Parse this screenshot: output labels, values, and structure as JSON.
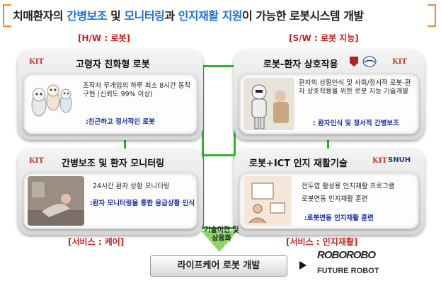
{
  "title": {
    "part1": "치매환자의 ",
    "highlight1": "간병보조",
    "part2": " 및 ",
    "highlight2": "모니터링",
    "part3": "과 ",
    "highlight3": "인지재활 지원",
    "part4": "이 가능한 로봇시스템 개발"
  },
  "labels": {
    "hw": "[H/W : 로봇]",
    "sw": "[S/W : 로봇 지능]",
    "care": "[서비스 : 케어]",
    "rehab": "[서비스 : 인지재활]"
  },
  "panels": {
    "tl": {
      "logo": "KIT",
      "head": "고령자 친화형 로봇",
      "desc": "조작자 무개입의 하루 최소 8시간 동작 구현 (신뢰도 99% 이상)",
      "tag": ":친근하고 정서적인 로봇"
    },
    "tr": {
      "head": "로봇-환자 상호작용",
      "logo": "KIT",
      "desc": "환자의 상황인식 및 사회/정서적 로봇-환자 상호작용을 위한 로봇 지능 기술개발",
      "tag": ": 환자인식 및 정서적 간병보조"
    },
    "bl": {
      "logo": "KIT",
      "head": "간병보조 및 환자 모니터링",
      "desc": "24시간 환자 상황 모니터링",
      "tag": ":환자 모니터링을 통한 응급상황 인식"
    },
    "br": {
      "head": "로봇+ICT  인지 재활기술",
      "logo1": "KIT",
      "logo2": "SNUH",
      "line1": "전두엽 활성용 인지재활 프로그램",
      "line2": "로봇연동 인지재활 훈련",
      "tag": ":로봇연동 인지재활 훈련"
    }
  },
  "transfer": "기술이전 및\n상용화",
  "bottom": {
    "box": "라이프케어 로봇 개발",
    "brand1": "ROBOROBO",
    "brand2": "FUTURE ROBOT"
  },
  "colors": {
    "accent": "#f08a2a",
    "highlight": "#1e6fd6",
    "label_red": "#c82020",
    "connector": "#2fb52a",
    "tag_blue": "#1a2fa8"
  }
}
